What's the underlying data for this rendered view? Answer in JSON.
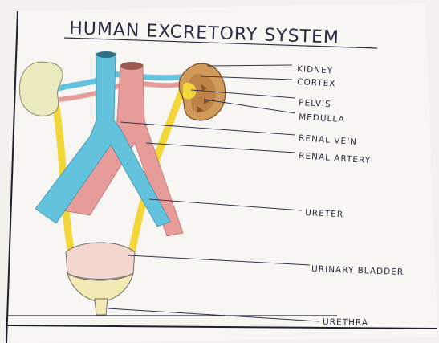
{
  "diagram": {
    "title": "HUMAN EXCRETORY SYSTEM",
    "labels": {
      "kidney": "KIDNEY",
      "cortex": "CORTEX",
      "pelvis": "PELVIS",
      "medulla": "MEDULLA",
      "renal_vein": "RENAL VEIN",
      "renal_artery": "RENAL ARTERY",
      "ureter": "URETER",
      "urinary_bladder": "URINARY BLADDER",
      "urethra": "URETHRA"
    },
    "colors": {
      "paper": "#f7f6f2",
      "vein": "#63c2dc",
      "artery": "#e79c9a",
      "kidney": "#eceabf",
      "kidney_dissected": "#cf9a5a",
      "ureter": "#f3d63a",
      "bladder_top": "#f3d6ce",
      "bladder_body": "#f2eab2"
    }
  }
}
